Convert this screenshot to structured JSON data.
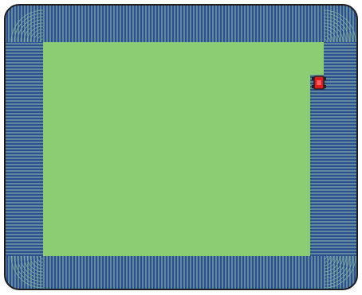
{
  "field_view": {
    "title": "",
    "colors": {
      "background": "#ffffff",
      "field_outline": "#1e1e1e",
      "field_fill": "#8ccd74",
      "headland_fill": "#2f4f93",
      "headland_stripe": "#7fb0a0",
      "mower_body": "#e11b1b",
      "mower_outline": "#222222"
    },
    "legend": {
      "visible": false
    },
    "mower": {
      "icon": "mower-icon",
      "heading": "north"
    },
    "headland_coverage": {
      "top": "complete",
      "left": "complete",
      "bottom": "complete",
      "right": "partial"
    }
  }
}
